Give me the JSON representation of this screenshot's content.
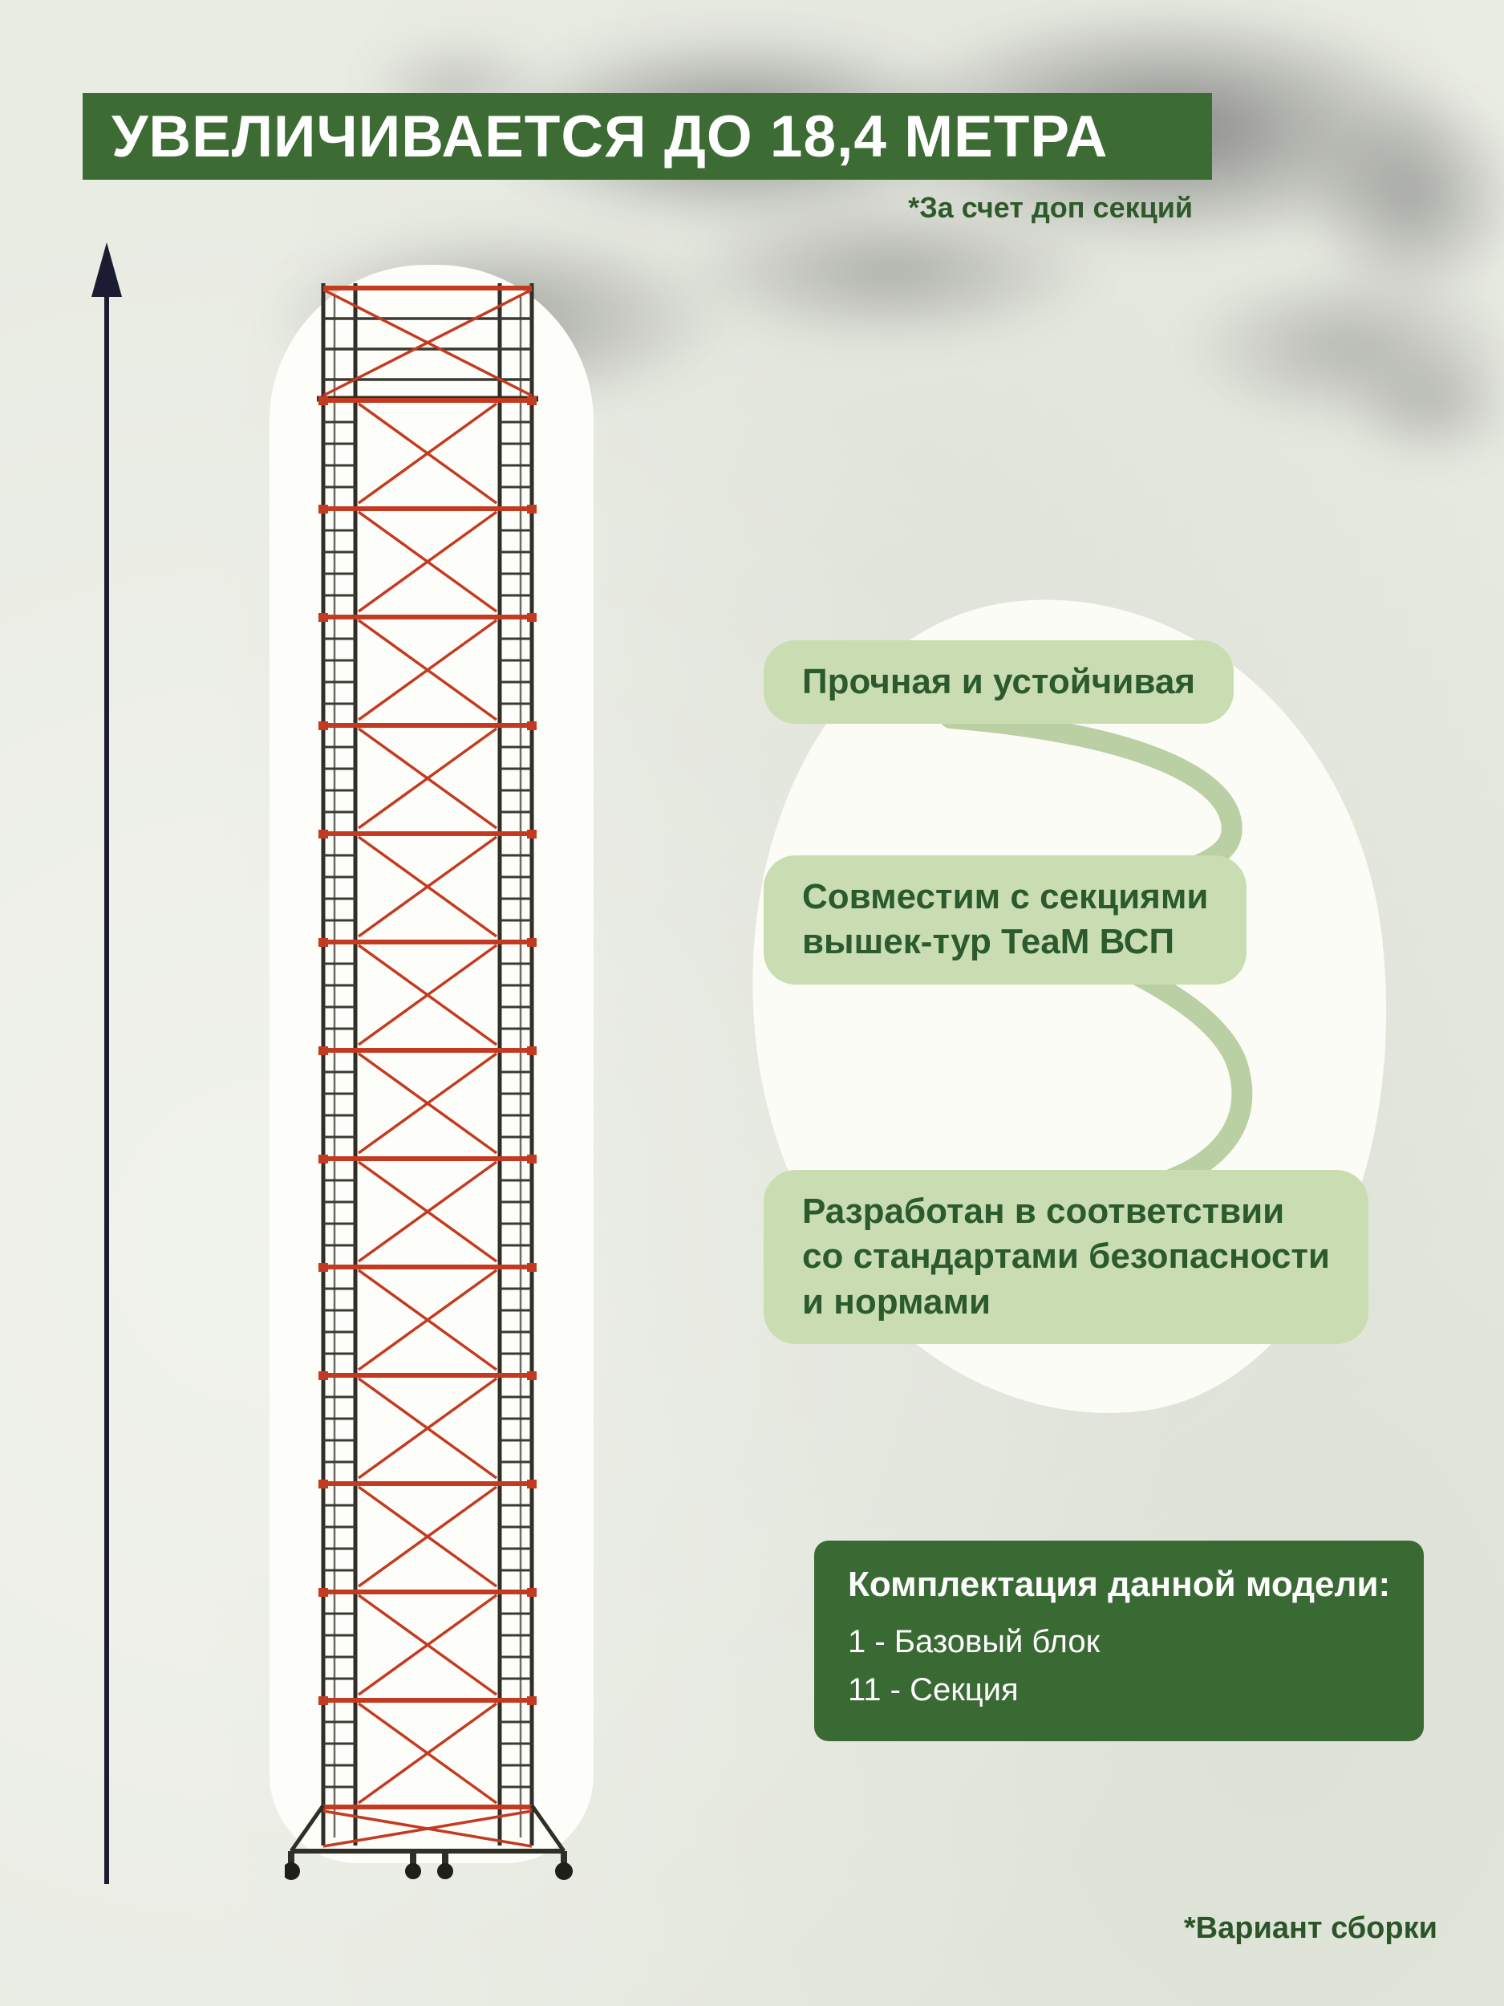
{
  "banner": {
    "title": "УВЕЛИЧИВАЕТСЯ ДО 18,4 МЕТРА",
    "note": "*За счет доп секций"
  },
  "features": [
    {
      "label": "Прочная и устойчивая"
    },
    {
      "label": "Совместим с секциями\nвышек-тур ТеаМ ВСП"
    },
    {
      "label": "Разработан в соответствии\nсо стандартами безопасности\nи нормами"
    }
  ],
  "package": {
    "title": "Комплектация данной модели:",
    "items": [
      "1 - Базовый блок",
      "11 - Секция"
    ]
  },
  "footnote": "*Вариант сборки",
  "illustration": {
    "tower": "scaffold-tower-assembly",
    "arrow": "height-up-arrow"
  },
  "colors": {
    "banner_green": "#3c6b34",
    "pill_green": "#cadcb2",
    "text_green": "#2b5a2d",
    "accent_red": "#c43a20",
    "arrow_navy": "#1b1b31",
    "background": "#e9ece3"
  }
}
